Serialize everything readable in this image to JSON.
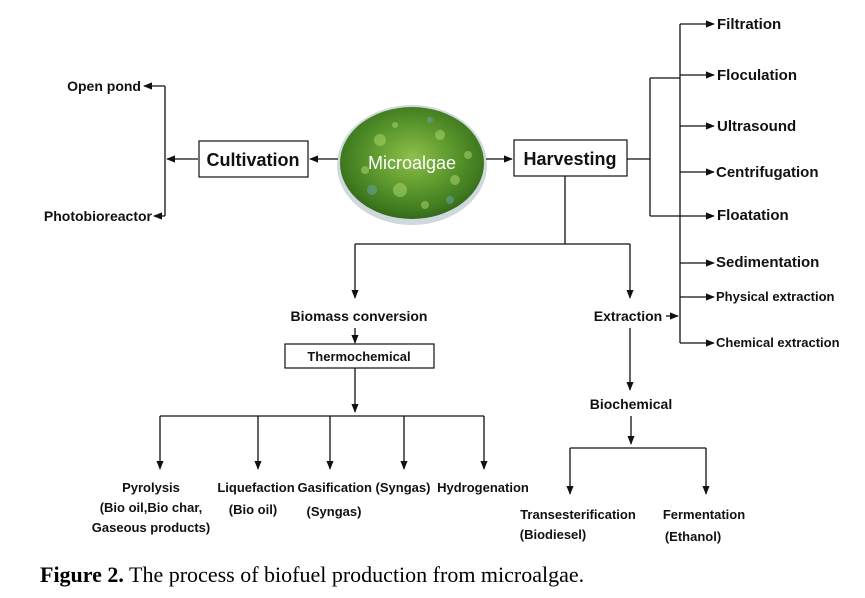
{
  "nodes": {
    "microalgae": "Microalgae",
    "cultivation": "Cultivation",
    "harvesting": "Harvesting",
    "open_pond": "Open pond",
    "photobioreactor": "Photobioreactor",
    "harvest_methods": [
      "Filtration",
      "Floculation",
      "Ultrasound",
      "Centrifugation",
      "Floatation",
      "Sedimentation",
      "Physical extraction",
      "Chemical extraction"
    ],
    "biomass_conversion": "Biomass conversion",
    "thermochemical": "Thermochemical",
    "extraction": "Extraction",
    "biochemical": "Biochemical",
    "pyrolysis": {
      "name": "Pyrolysis",
      "detail_1": "(Bio oil,Bio char,",
      "detail_2": "Gaseous products)"
    },
    "liquefaction": {
      "name": "Liquefaction",
      "detail": "(Bio oil)"
    },
    "gasification": {
      "name": "Gasification (Syngas)",
      "detail": "(Syngas)"
    },
    "hydrogenation": "Hydrogenation",
    "transesterification": {
      "name": "Transesterification",
      "detail": "(Biodiesel)"
    },
    "fermentation": {
      "name": "Fermentation",
      "detail": "(Ethanol)"
    }
  },
  "caption": {
    "label": "Figure 2.",
    "text": " The process of biofuel production from microalgae."
  }
}
